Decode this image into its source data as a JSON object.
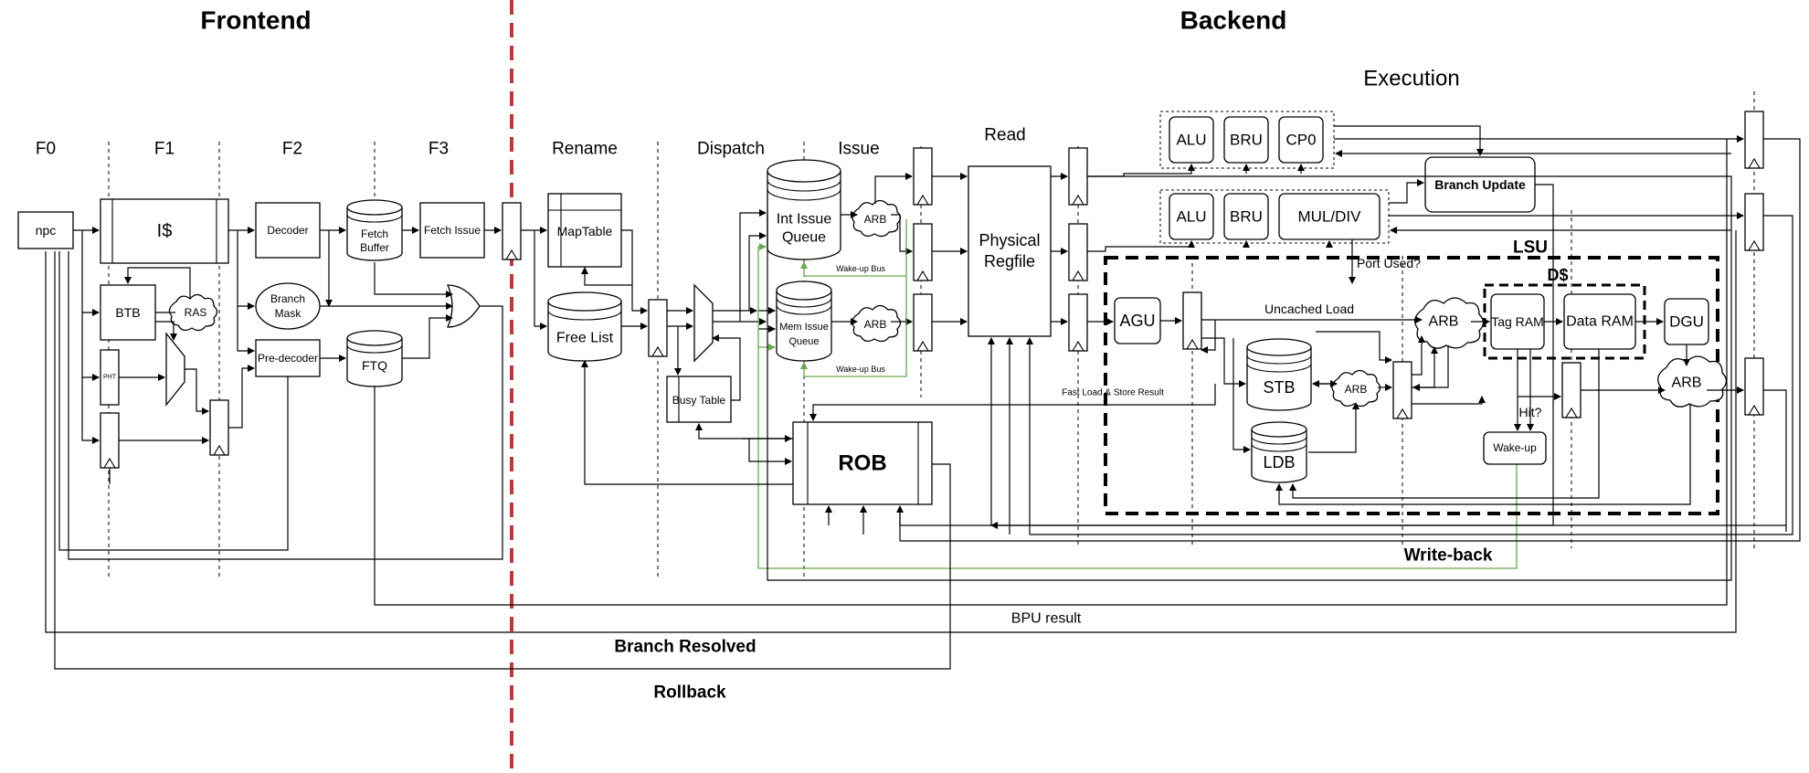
{
  "sections": {
    "frontend": "Frontend",
    "backend": "Backend",
    "execution": "Execution"
  },
  "stages": {
    "f0": "F0",
    "f1": "F1",
    "f2": "F2",
    "f3": "F3",
    "rename": "Rename",
    "dispatch": "Dispatch",
    "issue": "Issue",
    "read": "Read"
  },
  "blocks": {
    "npc": "npc",
    "icache": "I$",
    "btb": "BTB",
    "ras": "RAS",
    "pht": "PHT",
    "decoder": "Decoder",
    "branch_mask": [
      "Branch",
      "Mask"
    ],
    "predecoder": "Pre-decoder",
    "fetch_buffer": [
      "Fetch",
      "Buffer"
    ],
    "ftq": "FTQ",
    "fetch_issue": "Fetch Issue",
    "maptable": "MapTable",
    "free_list": "Free List",
    "busy_table": "Busy Table",
    "int_issue_queue": [
      "Int Issue",
      "Queue"
    ],
    "mem_issue_queue": [
      "Mem Issue",
      "Queue"
    ],
    "arb": "ARB",
    "rob": "ROB",
    "physical_regfile": [
      "Physical",
      "Regfile"
    ],
    "alu": "ALU",
    "bru": "BRU",
    "cp0": "CP0",
    "mul_div": "MUL/DIV",
    "branch_update": "Branch Update",
    "lsu": "LSU",
    "dcache": "D$",
    "agu": "AGU",
    "stb": "STB",
    "ldb": "LDB",
    "tag_ram": "Tag RAM",
    "data_ram": "Data RAM",
    "dgu": "DGU",
    "wake_up": "Wake-up"
  },
  "labels": {
    "wakeup_bus": "Wake-up Bus",
    "port_used": "Port Used?",
    "uncached_load": "Uncached Load",
    "fast_load": "Fast Load & Store Result",
    "hit": "Hit?",
    "write_back": "Write-back",
    "bpu_result": "BPU result",
    "branch_resolved": "Branch Resolved",
    "rollback": "Rollback"
  }
}
